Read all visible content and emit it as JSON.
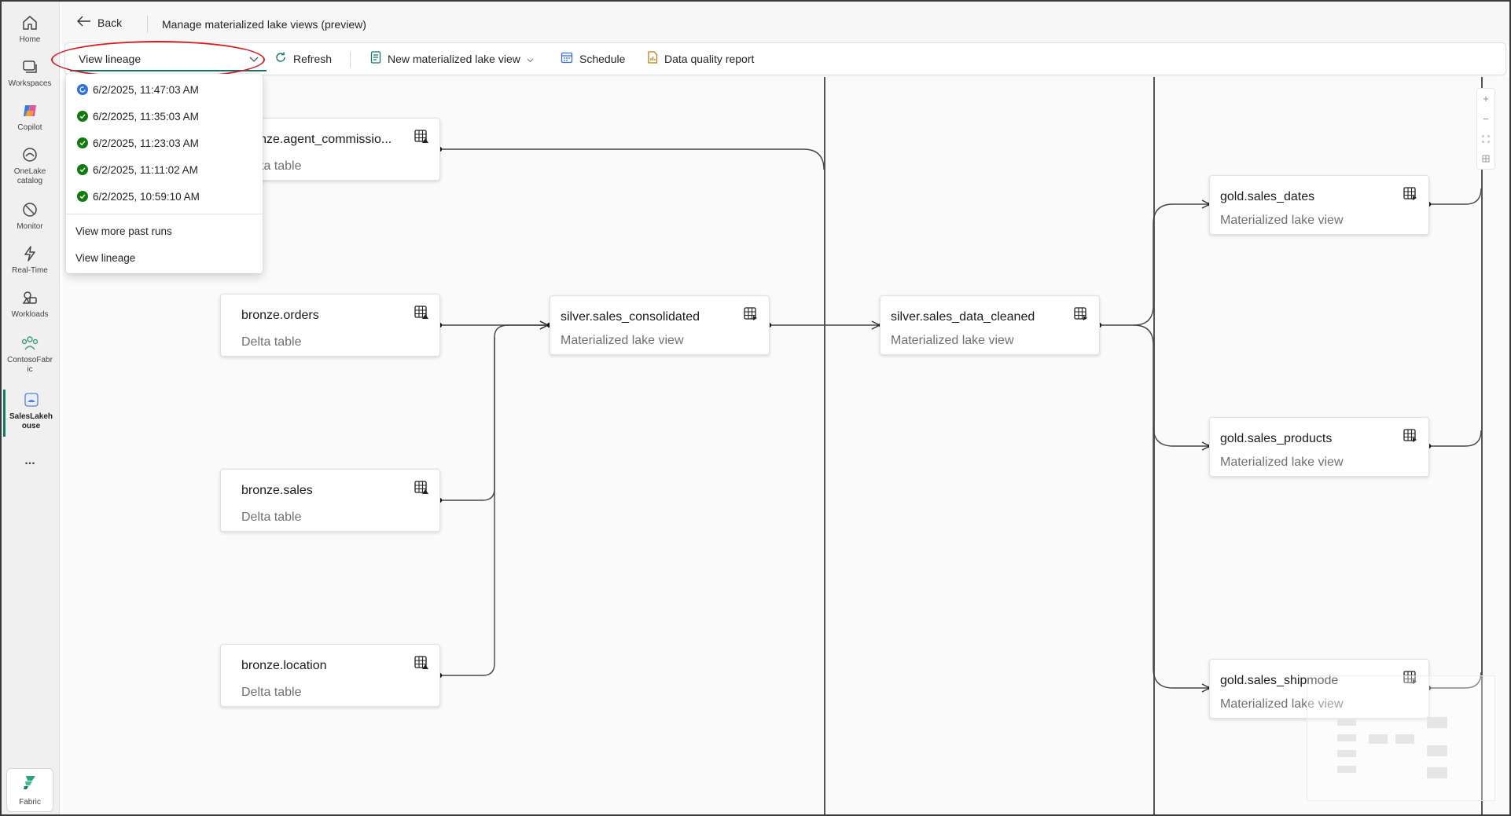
{
  "rail": {
    "items": [
      {
        "label": "Home"
      },
      {
        "label": "Workspaces"
      },
      {
        "label": "Copilot"
      },
      {
        "label": "OneLake catalog"
      },
      {
        "label": "Monitor"
      },
      {
        "label": "Real-Time"
      },
      {
        "label": "Workloads"
      },
      {
        "label": "ContosoFabric"
      },
      {
        "label": "SalesLakehouse"
      }
    ],
    "more": "...",
    "fabric": "Fabric"
  },
  "header": {
    "back": "Back",
    "title": "Manage materialized lake views (preview)"
  },
  "toolbar": {
    "select_value": "View lineage",
    "refresh": "Refresh",
    "new_mlv": "New materialized lake view",
    "schedule": "Schedule",
    "dq_report": "Data quality report"
  },
  "dropdown": {
    "runs": [
      {
        "time": "6/2/2025, 11:47:03 AM",
        "status": "running"
      },
      {
        "time": "6/2/2025, 11:35:03 AM",
        "status": "succeeded"
      },
      {
        "time": "6/2/2025, 11:23:03 AM",
        "status": "succeeded"
      },
      {
        "time": "6/2/2025, 11:11:02 AM",
        "status": "succeeded"
      },
      {
        "time": "6/2/2025, 10:59:10 AM",
        "status": "succeeded"
      }
    ],
    "more_runs": "View more past runs",
    "view_lineage": "View lineage"
  },
  "nodes": {
    "bronze_agent": {
      "name": "bronze.agent_commissio...",
      "type": "Delta table"
    },
    "bronze_orders": {
      "name": "bronze.orders",
      "type": "Delta table"
    },
    "bronze_sales": {
      "name": "bronze.sales",
      "type": "Delta table"
    },
    "bronze_location": {
      "name": "bronze.location",
      "type": "Delta table"
    },
    "silver_consolidated": {
      "name": "silver.sales_consolidated",
      "type": "Materialized lake view"
    },
    "silver_cleaned": {
      "name": "silver.sales_data_cleaned",
      "type": "Materialized lake view"
    },
    "gold_dates": {
      "name": "gold.sales_dates",
      "type": "Materialized lake view"
    },
    "gold_products": {
      "name": "gold.sales_products",
      "type": "Materialized lake view"
    },
    "gold_shipmode": {
      "name": "gold.sales_shipmode",
      "type": "Materialized lake view"
    }
  },
  "colors": {
    "accent": "#117865",
    "success": "#107c10",
    "running": "#2f6fdc",
    "highlight": "#d31f27"
  }
}
